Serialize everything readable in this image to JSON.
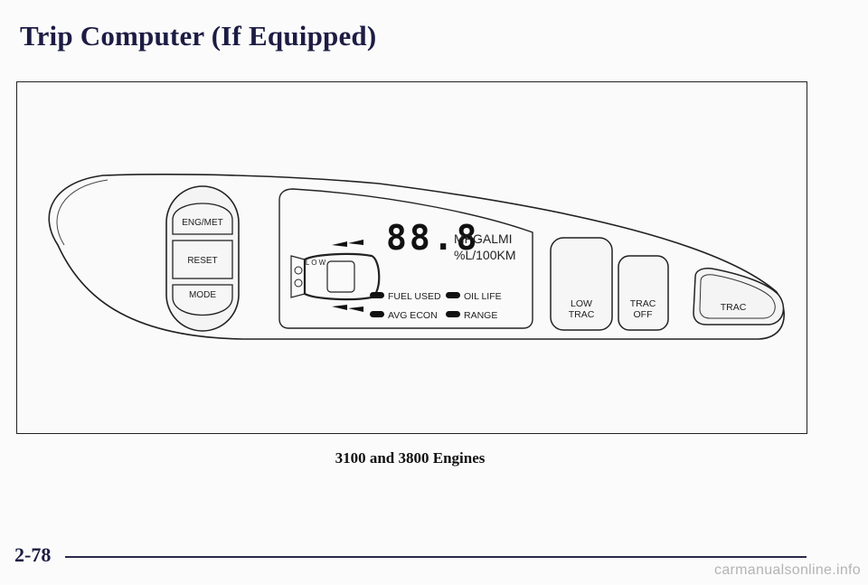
{
  "page": {
    "title": "Trip Computer (If Equipped)",
    "caption": "3100 and 3800 Engines",
    "page_number": "2-78",
    "watermark": "carmanualsonline.info"
  },
  "panel": {
    "buttons": [
      "ENG/MET",
      "RESET",
      "MODE"
    ],
    "display": {
      "digits": "88.8",
      "unit_top": "MPGALMI",
      "unit_bottom": "%L/100KM",
      "indicators": [
        "FUEL USED",
        "OIL LIFE",
        "AVG ECON",
        "RANGE"
      ],
      "washer_low": "L O W"
    },
    "traction_buttons": [
      {
        "line1": "LOW",
        "line2": "TRAC"
      },
      {
        "line1": "TRAC",
        "line2": "OFF"
      }
    ],
    "trac_indicator": "TRAC"
  }
}
